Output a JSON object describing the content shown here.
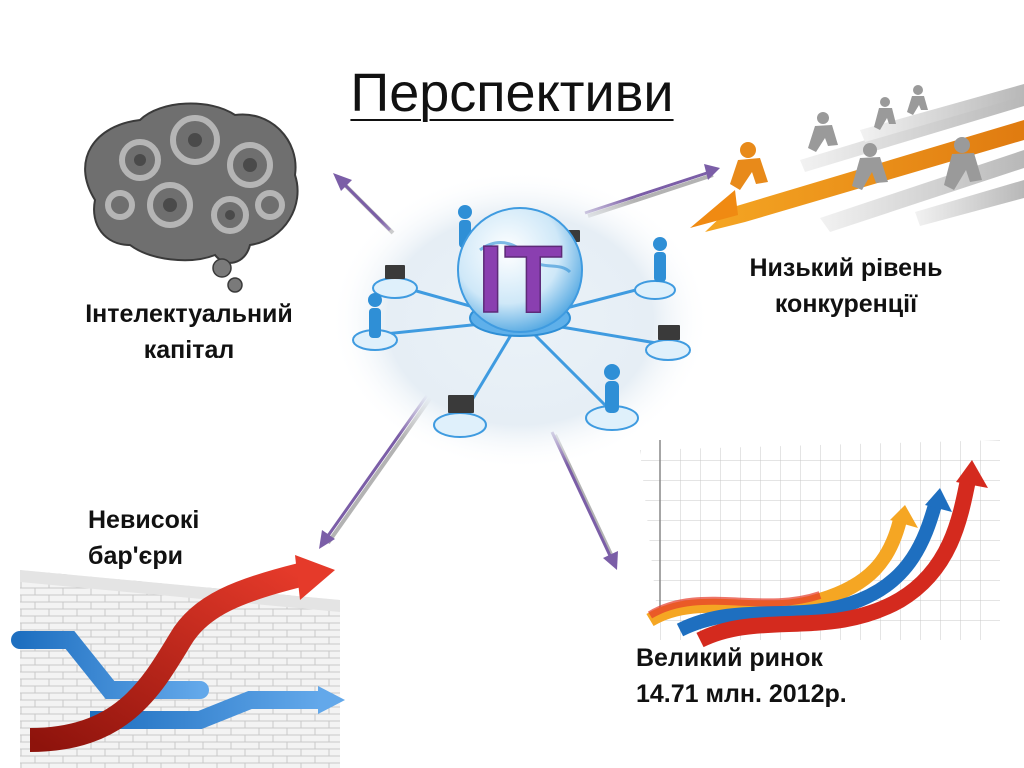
{
  "title": "Перспективи",
  "center": {
    "text": "IT"
  },
  "nodes": {
    "intellectual": {
      "line1": "Інтелектуальний",
      "line2": "капітал"
    },
    "competition": {
      "line1": "Низький рівень",
      "line2": "конкуренції"
    },
    "barriers": {
      "line1": "Невисокі",
      "line2": "бар'єри"
    },
    "market": {
      "line1": "Великий ринок",
      "line2": "14.71 млн. 2012р."
    }
  },
  "colors": {
    "arrow": "#7b5ea7",
    "it_letters": "#8a3fb0",
    "network_blue": "#2f8fd6",
    "red_arrow": "#d42a1e",
    "orange_arrow": "#f29a1c"
  }
}
